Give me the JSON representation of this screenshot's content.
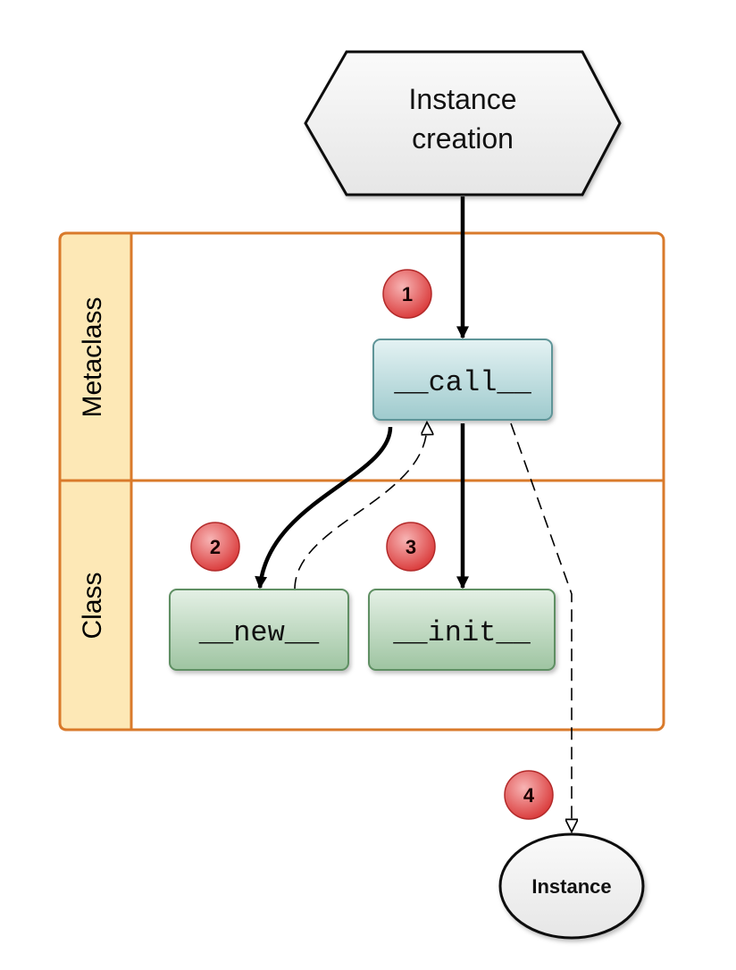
{
  "start_node": {
    "line1": "Instance",
    "line2": "creation"
  },
  "lanes": [
    {
      "label": "Metaclass"
    },
    {
      "label": "Class"
    }
  ],
  "methods": {
    "call": "__call__",
    "new": "__new__",
    "init": "__init__"
  },
  "end_node": {
    "label": "Instance"
  },
  "steps": [
    "1",
    "2",
    "3",
    "4"
  ],
  "colors": {
    "lane_border": "#d97a2b",
    "lane_header_fill": "#fde8b6",
    "call_fill_top": "#e4f2f3",
    "call_fill_bottom": "#9ecacd",
    "call_stroke": "#5e9598",
    "class_method_fill_top": "#e4f0e5",
    "class_method_fill_bottom": "#9ec4a1",
    "class_method_stroke": "#5f8f63",
    "badge_fill_center": "#f49898",
    "badge_fill_edge": "#d93636",
    "node_fill": "#f0f0f0",
    "edge": "#000000"
  },
  "icons": [
    "arrow-solid-head",
    "arrow-hollow-head"
  ]
}
